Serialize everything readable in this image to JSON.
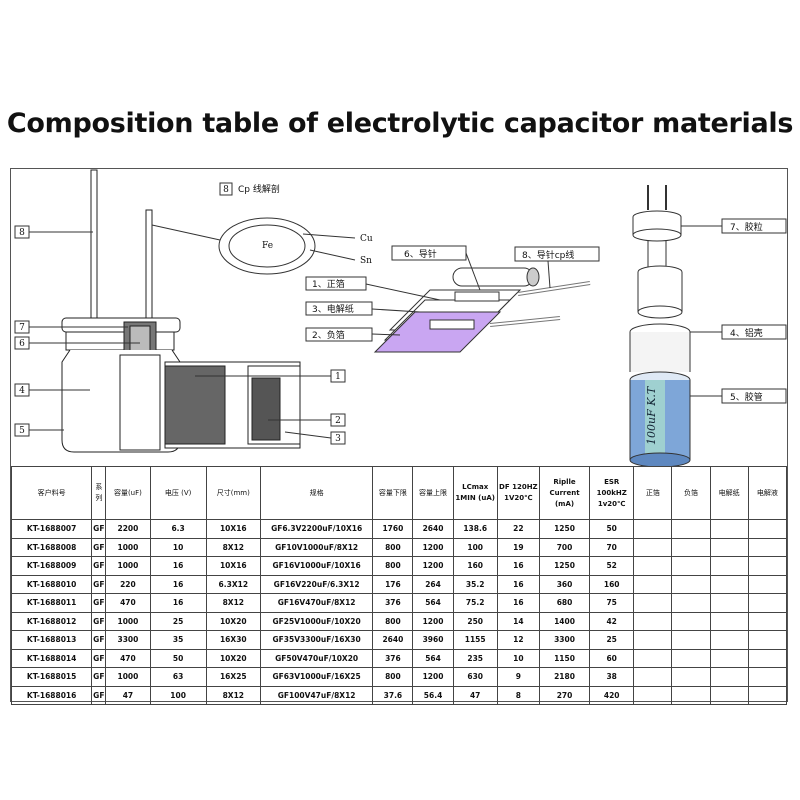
{
  "title": "Composition table of electrolytic capacitor materials",
  "diagram": {
    "cp_box": "8",
    "cp_title": "Cp 线解剖",
    "fe": "Fe",
    "cu": "Cu",
    "sn": "Sn",
    "left_markers": [
      "8",
      "7",
      "6",
      "4",
      "5"
    ],
    "right_markers": [
      "1",
      "2",
      "3"
    ],
    "callouts": {
      "positive_foil": "1、正箔",
      "separator": "3、电解纸",
      "negative_foil": "2、负箔",
      "guide_pin": "6、导针",
      "lead_wire": "8、导针cp线",
      "rubber_plug": "7、胶粒",
      "aluminum_case": "4、铝壳",
      "sleeve": "5、胶管"
    },
    "sleeve_text": "100uF K.T"
  },
  "table": {
    "headers": [
      "客户料号",
      "系列",
      "容量(uF)",
      "电压 (V)",
      "尺寸(mm)",
      "规格",
      "容量下限",
      "容量上限",
      "LCmax 1MIN (uA)",
      "DF 120HZ 1V20℃",
      "Riplle Current (mA)",
      "ESR 100kHZ 1v20℃",
      "正箔",
      "负箔",
      "电解纸",
      "电解液"
    ],
    "rows": [
      [
        "KT-1688007",
        "GF",
        "2200",
        "6.3",
        "10X16",
        "GF6.3V2200uF/10X16",
        "1760",
        "2640",
        "138.6",
        "22",
        "1250",
        "50",
        "",
        "",
        "",
        ""
      ],
      [
        "KT-1688008",
        "GF",
        "1000",
        "10",
        "8X12",
        "GF10V1000uF/8X12",
        "800",
        "1200",
        "100",
        "19",
        "700",
        "70",
        "",
        "",
        "",
        ""
      ],
      [
        "KT-1688009",
        "GF",
        "1000",
        "16",
        "10X16",
        "GF16V1000uF/10X16",
        "800",
        "1200",
        "160",
        "16",
        "1250",
        "52",
        "",
        "",
        "",
        ""
      ],
      [
        "KT-1688010",
        "GF",
        "220",
        "16",
        "6.3X12",
        "GF16V220uF/6.3X12",
        "176",
        "264",
        "35.2",
        "16",
        "360",
        "160",
        "",
        "",
        "",
        ""
      ],
      [
        "KT-1688011",
        "GF",
        "470",
        "16",
        "8X12",
        "GF16V470uF/8X12",
        "376",
        "564",
        "75.2",
        "16",
        "680",
        "75",
        "",
        "",
        "",
        ""
      ],
      [
        "KT-1688012",
        "GF",
        "1000",
        "25",
        "10X20",
        "GF25V1000uF/10X20",
        "800",
        "1200",
        "250",
        "14",
        "1400",
        "42",
        "",
        "",
        "",
        ""
      ],
      [
        "KT-1688013",
        "GF",
        "3300",
        "35",
        "16X30",
        "GF35V3300uF/16X30",
        "2640",
        "3960",
        "1155",
        "12",
        "3300",
        "25",
        "",
        "",
        "",
        ""
      ],
      [
        "KT-1688014",
        "GF",
        "470",
        "50",
        "10X20",
        "GF50V470uF/10X20",
        "376",
        "564",
        "235",
        "10",
        "1150",
        "60",
        "",
        "",
        "",
        ""
      ],
      [
        "KT-1688015",
        "GF",
        "1000",
        "63",
        "16X25",
        "GF63V1000uF/16X25",
        "800",
        "1200",
        "630",
        "9",
        "2180",
        "38",
        "",
        "",
        "",
        ""
      ],
      [
        "KT-1688016",
        "GF",
        "47",
        "100",
        "8X12",
        "GF100V47uF/8X12",
        "37.6",
        "56.4",
        "47",
        "8",
        "270",
        "420",
        "",
        "",
        "",
        ""
      ]
    ]
  }
}
